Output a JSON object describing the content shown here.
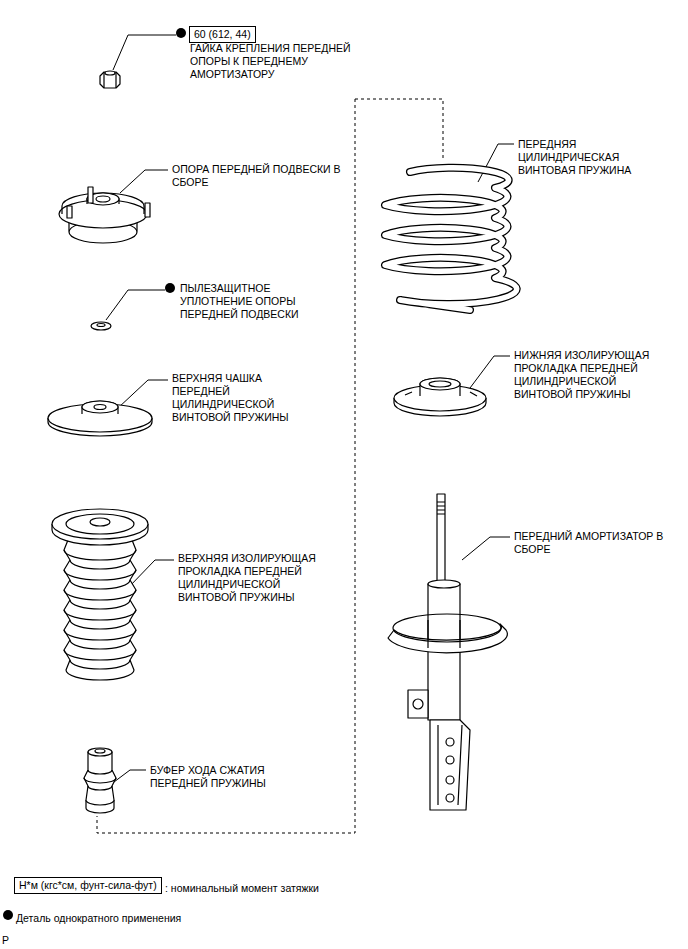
{
  "diagram": {
    "nodes": [
      {
        "text": [
          "60 (612, 44)"
        ]
      },
      {
        "text": [
          "Н*м (кгс*см, фунт-сила-фут)"
        ]
      }
    ],
    "labels": [
      "ГАЙКА КРЕПЛЕНИЯ ПЕРЕДНЕЙ ОПОРЫ К ПЕРЕДНЕМУ АМОРТИЗАТОРУ",
      "ОПОРА ПЕРЕДНЕЙ ПОДВЕСКИ В СБОРЕ",
      "ПЫЛЕЗАЩИТНОЕ УПЛОТНЕНИЕ ОПОРЫ ПЕРЕДНЕЙ ПОДВЕСКИ",
      "ВЕРХНЯЯ ЧАШКА ПЕРЕДНЕЙ ЦИЛИНДРИЧЕСКОЙ ВИНТОВОЙ ПРУЖИНЫ",
      "ВЕРХНЯЯ ИЗОЛИРУЮЩАЯ ПРОКЛАДКА ПЕРЕДНЕЙ ЦИЛИНДРИЧЕСКОЙ ВИНТОВОЙ ПРУЖИНЫ",
      "БУФЕР ХОДА СЖАТИЯ ПЕРЕДНЕЙ ПРУЖИНЫ",
      "ПЕРЕДНЯЯ ЦИЛИНДРИЧЕСКАЯ ВИНТОВАЯ ПРУЖИНА",
      "НИЖНЯЯ ИЗОЛИРУЮЩАЯ ПРОКЛАДКА ПЕРЕДНЕЙ ЦИЛИНДРИЧЕСКОЙ ВИНТОВОЙ ПРУЖИНЫ",
      "ПЕРЕДНИЙ АМОРТИЗАТОР В СБОРЕ",
      "P"
    ],
    "legend": [
      {
        "text": ": номинальный момент затяжки"
      },
      {
        "text": "Деталь однократного применения"
      }
    ]
  }
}
